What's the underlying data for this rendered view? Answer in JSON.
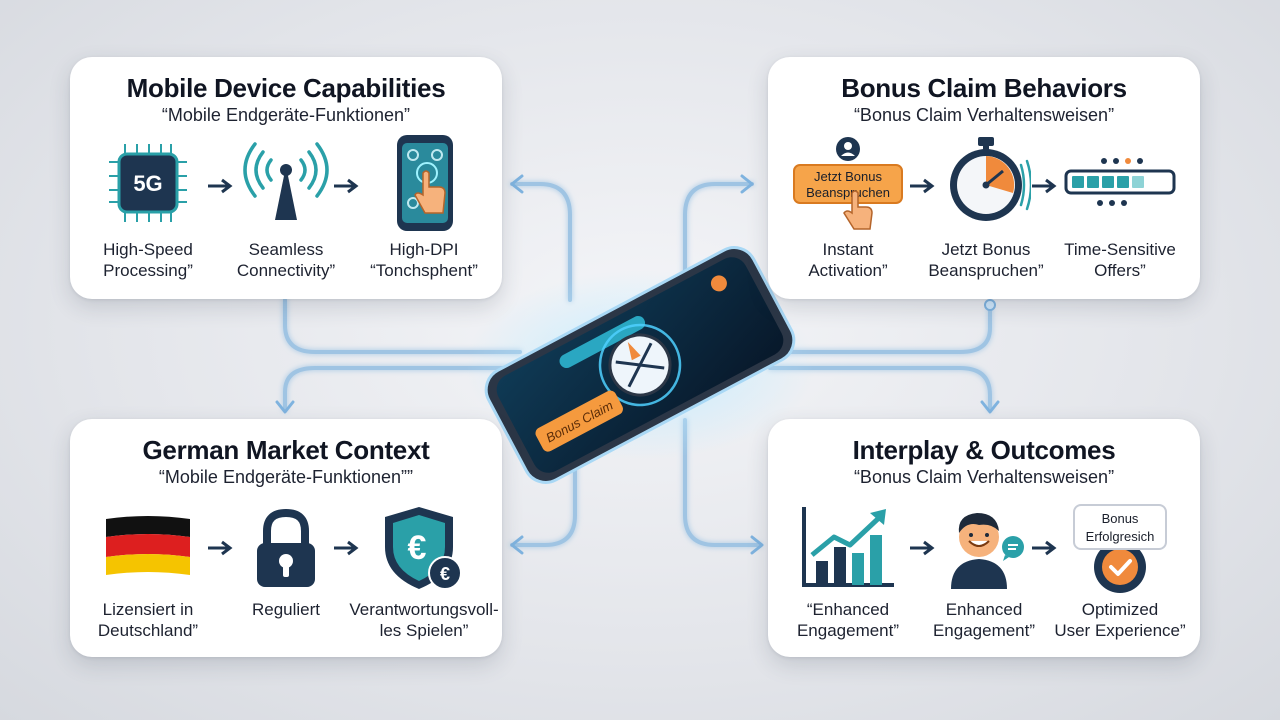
{
  "panels": {
    "top_left": {
      "title": "Mobile Device Capabilities",
      "subtitle": "“Mobile Endgeräte-Funktionen”",
      "items": [
        {
          "icon": "chip-5g-icon",
          "chip_text": "5G",
          "label_line1": "High-Speed",
          "label_line2": "Processing”"
        },
        {
          "icon": "signal-tower-icon",
          "label_line1": "Seamless",
          "label_line2": "Connectivity”"
        },
        {
          "icon": "touch-phone-icon",
          "label_line1": "High-DPI",
          "label_line2": "“Tonchsphent”"
        }
      ]
    },
    "top_right": {
      "title": "Bonus Claim Behaviors",
      "subtitle": "“Bonus Claim Verhaltensweisen”",
      "items": [
        {
          "icon": "claim-button-icon",
          "button_line1": "Jetzt Bonus",
          "button_line2": "Beanspruchen",
          "label_line1": "Instant",
          "label_line2": "Activation”"
        },
        {
          "icon": "stopwatch-icon",
          "label_line1": "Jetzt Bonus",
          "label_line2": "Beanspruchen”"
        },
        {
          "icon": "progress-bar-icon",
          "label_line1": "Time-Sensitive",
          "label_line2": "Offers”"
        }
      ]
    },
    "bottom_left": {
      "title": "German Market Context",
      "subtitle": "“Mobile Endgeräte-Funktionen””",
      "items": [
        {
          "icon": "german-flag-icon",
          "label_line1": "Lizensiert in",
          "label_line2": "Deutschland”"
        },
        {
          "icon": "padlock-icon",
          "label_line1": "Reguliert",
          "label_line2": ""
        },
        {
          "icon": "euro-shield-icon",
          "label_line1": "Verantwortungsvoll-",
          "label_line2": "les Spielen”"
        }
      ]
    },
    "bottom_right": {
      "title": "Interplay & Outcomes",
      "subtitle": "“Bonus Claim Verhaltensweisen”",
      "items": [
        {
          "icon": "growth-chart-icon",
          "label_line1": "“Enhanced",
          "label_line2": "Engagement”"
        },
        {
          "icon": "happy-user-icon",
          "label_line1": "Enhanced",
          "label_line2": "Engagement”"
        },
        {
          "icon": "success-badge-icon",
          "badge_line1": "Bonus",
          "badge_line2": "Erfolgresich",
          "label_line1": "Optimized",
          "label_line2": "User Experience”"
        }
      ]
    }
  },
  "phone": {
    "banner_text": "Bonus Claim",
    "header_badge": "",
    "colors": {
      "accent": "#f08a3c",
      "glow": "#7fd8ff",
      "screen": "#0c2336"
    }
  },
  "colors": {
    "navy": "#1e3550",
    "teal": "#2aa0a8",
    "orange": "#f08a3c",
    "connector": "#9fc4e3"
  }
}
